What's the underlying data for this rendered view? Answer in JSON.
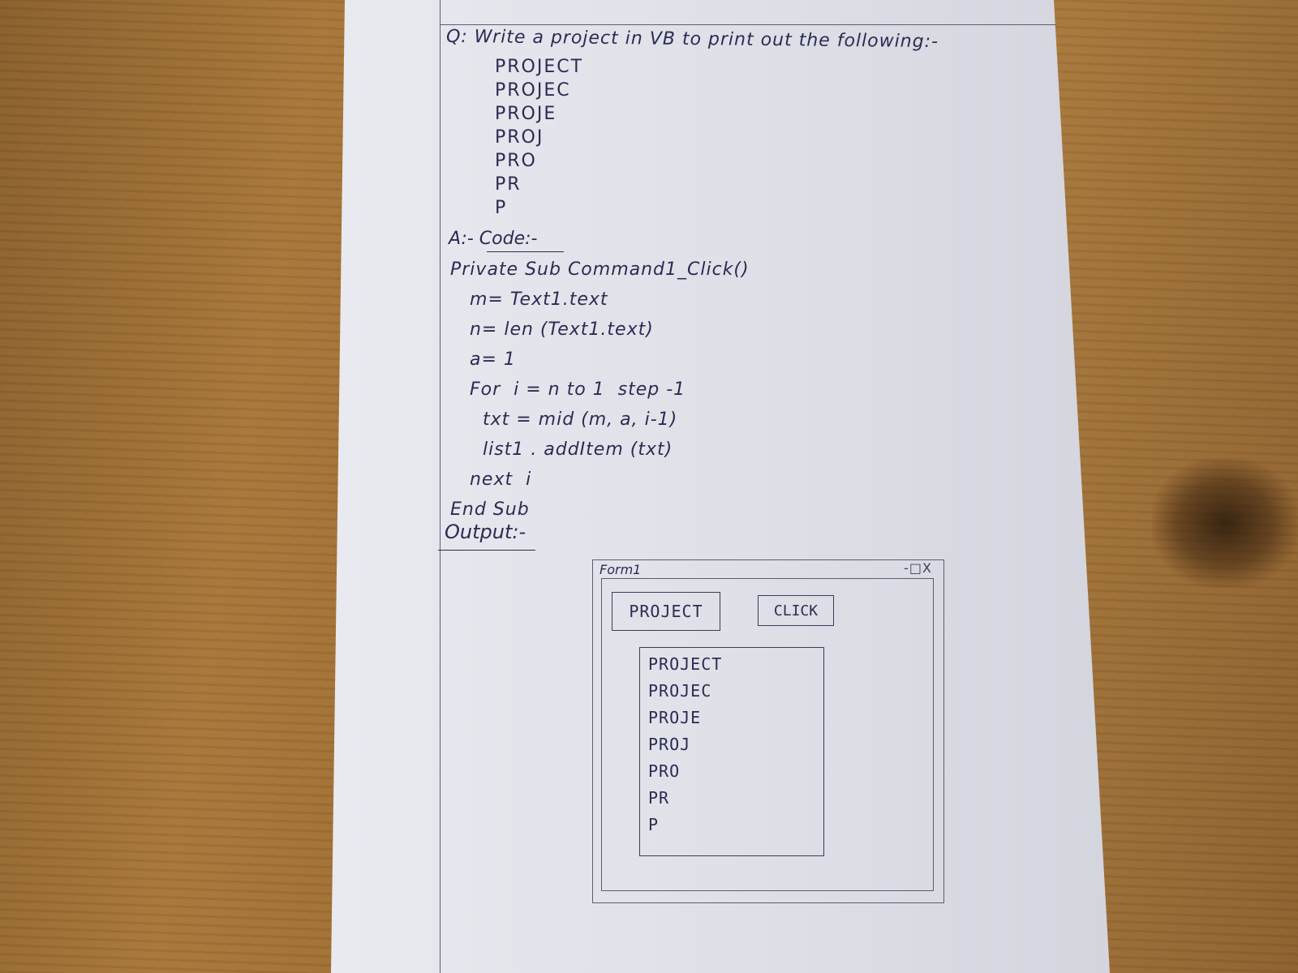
{
  "question": "Q: Write a project in VB to print out the following:-",
  "pattern": [
    "PROJECT",
    "PROJEC",
    "PROJE",
    "PROJ",
    "PRO",
    "PR",
    "P"
  ],
  "answer_heading": "A:- Code:-",
  "code": [
    "Private Sub Command1_Click()",
    "   m= Text1.text",
    "   n= len (Text1.text)",
    "   a= 1",
    "   For  i = n to 1  step -1",
    "     txt = mid (m, a, i-1)",
    "     list1 . addItem (txt)",
    "   next  i",
    "End Sub"
  ],
  "output_heading": "Output:-",
  "form": {
    "title": "Form1",
    "title_controls": "-□X",
    "textbox_value": "PROJECT",
    "button_label": "CLICK",
    "list_items": [
      "PROJECT",
      "PROJEC",
      "PROJE",
      "PROJ",
      "PRO",
      "PR",
      "P"
    ]
  }
}
